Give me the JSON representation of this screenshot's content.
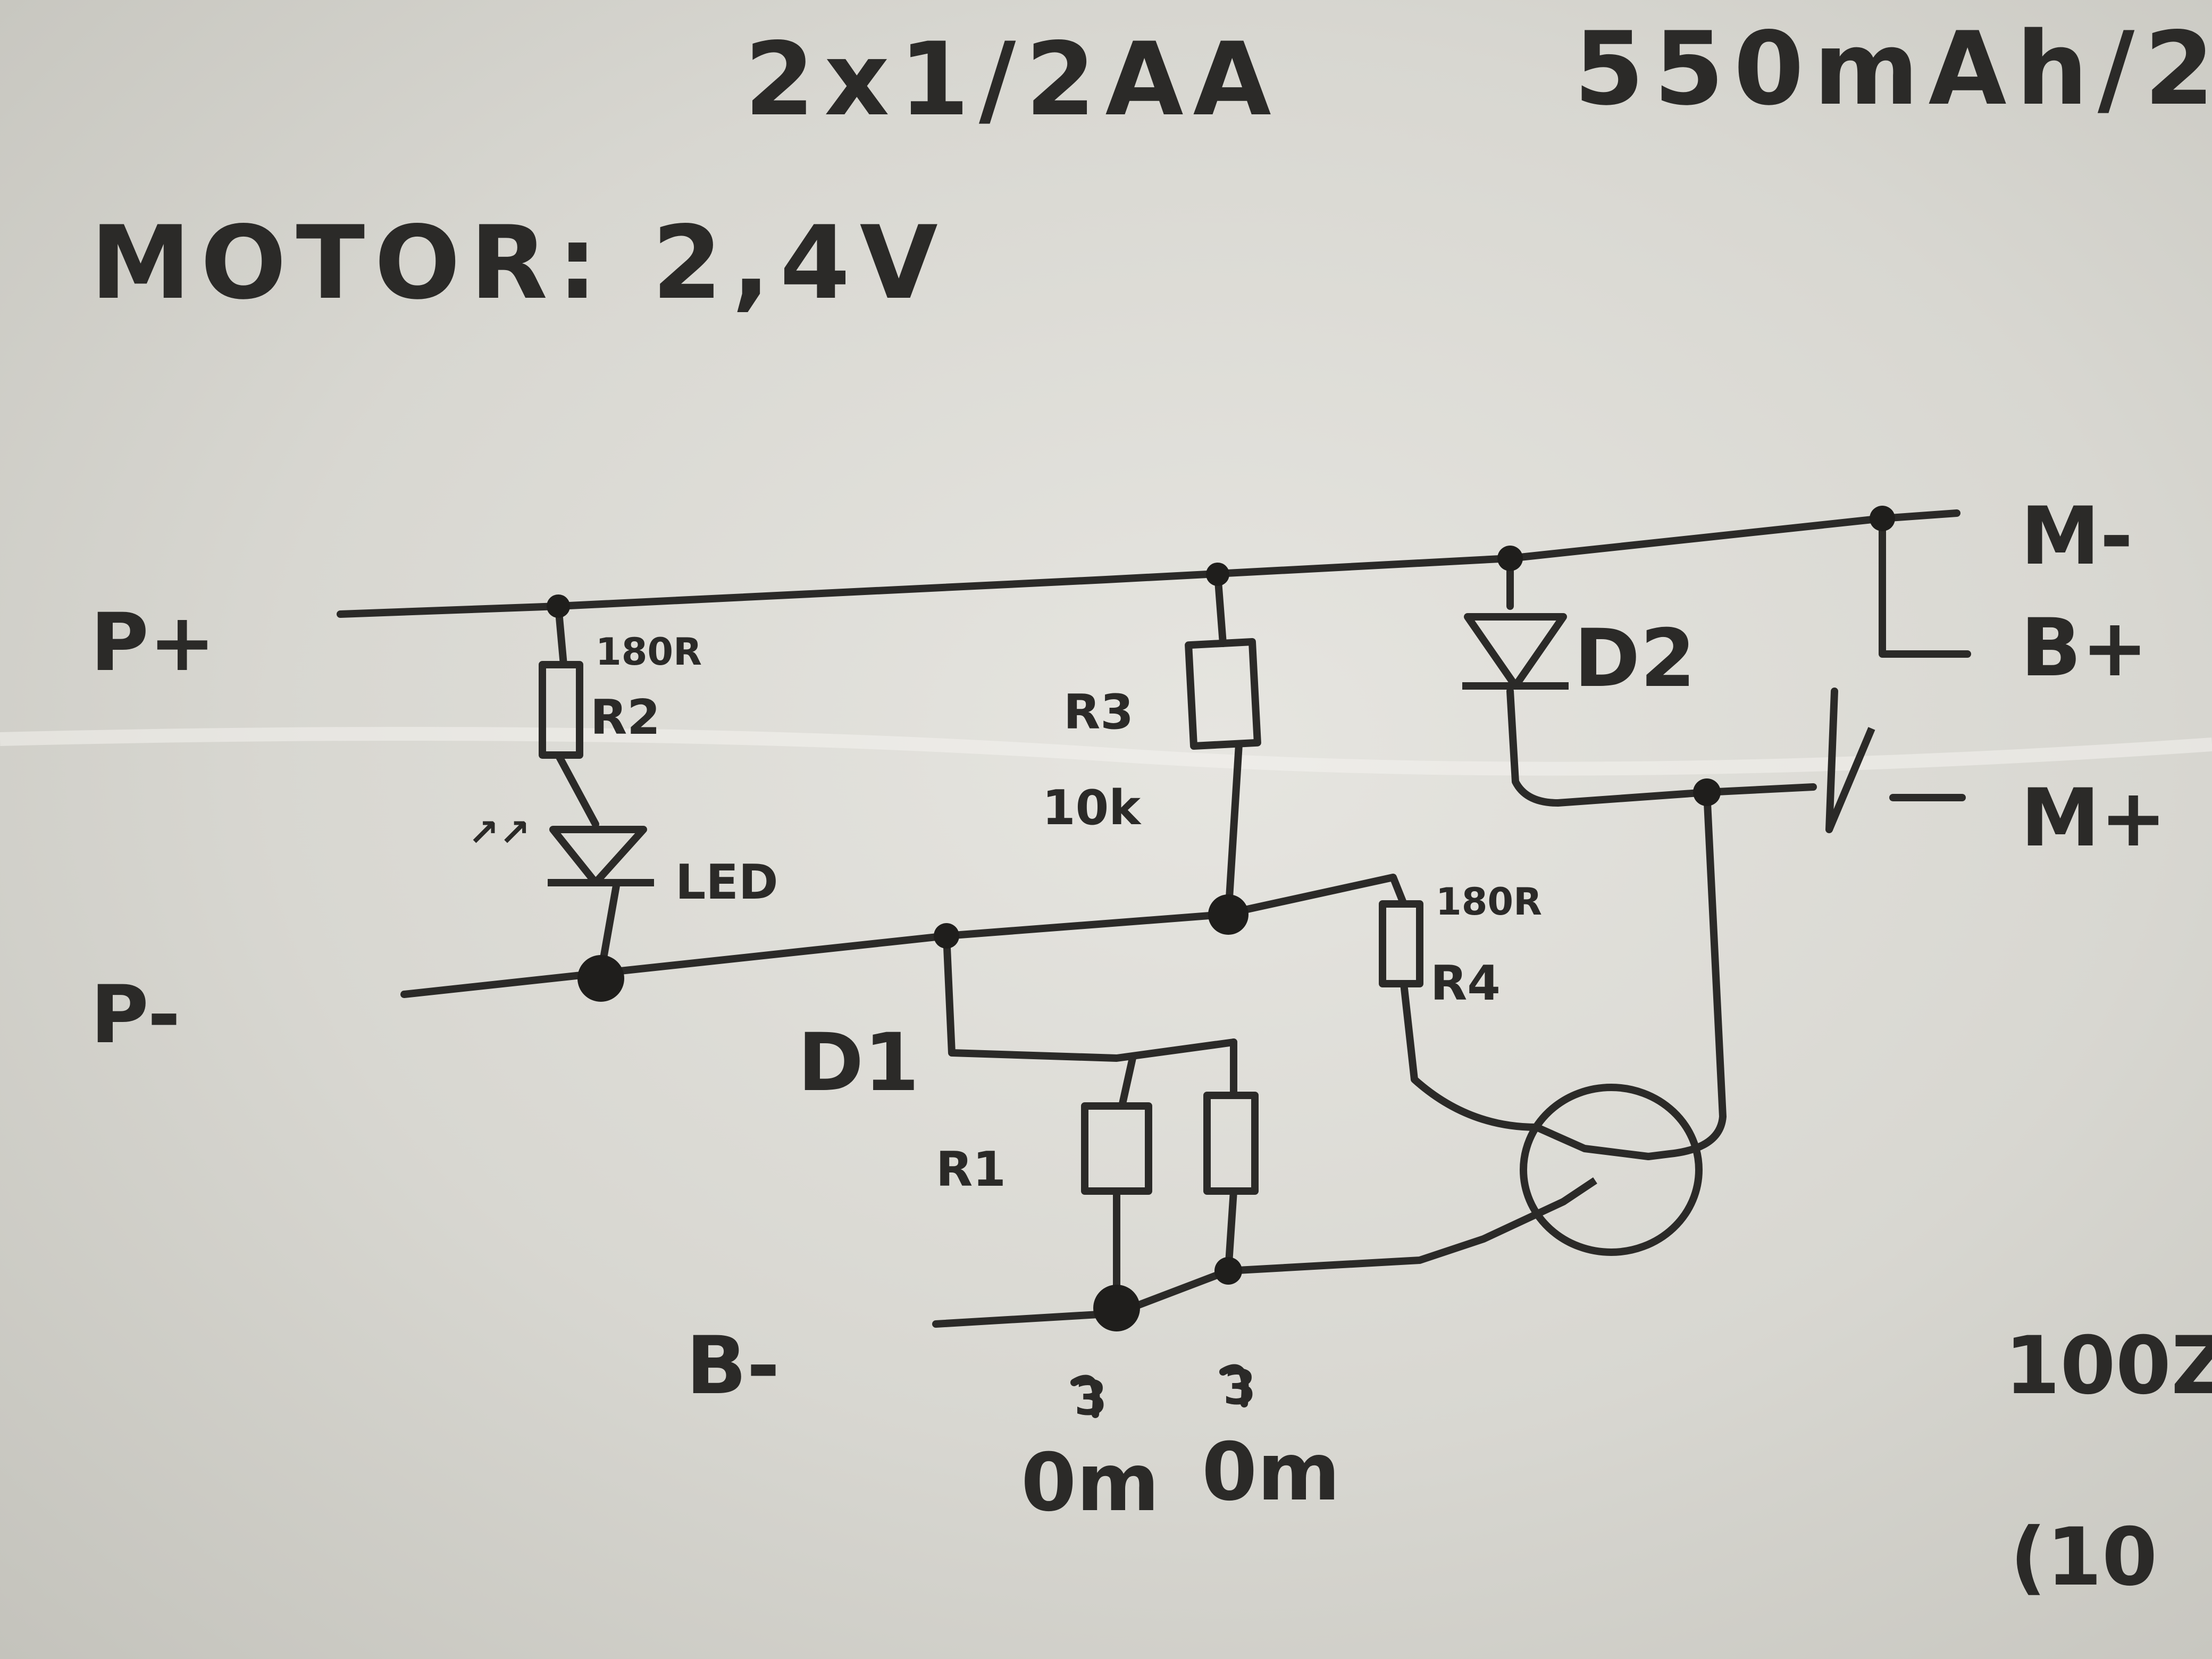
{
  "notes": {
    "battery": "2x1/2AA",
    "capacity": "550mAh/2",
    "motor": "MOTOR: 2,4V",
    "edge_top": "100Z",
    "edge_bottom": "(10"
  },
  "terminals": {
    "p_plus": "P+",
    "p_minus": "P-",
    "b_minus": "B-",
    "m_minus": "M-",
    "b_plus": "B+",
    "m_plus": "M+"
  },
  "components": {
    "r2_name": "R2",
    "r2_value": "180R",
    "led": "LED",
    "led_arrows": "↗↗",
    "r3_name": "R3",
    "r3_value": "10k",
    "d2": "D2",
    "r4_name": "R4",
    "r4_value": "180R",
    "d1": "D1",
    "r1_name": "R1",
    "r1a_value": "0m",
    "r1b_value": "0m",
    "r1a_mark": "3",
    "r1b_mark": "3"
  }
}
